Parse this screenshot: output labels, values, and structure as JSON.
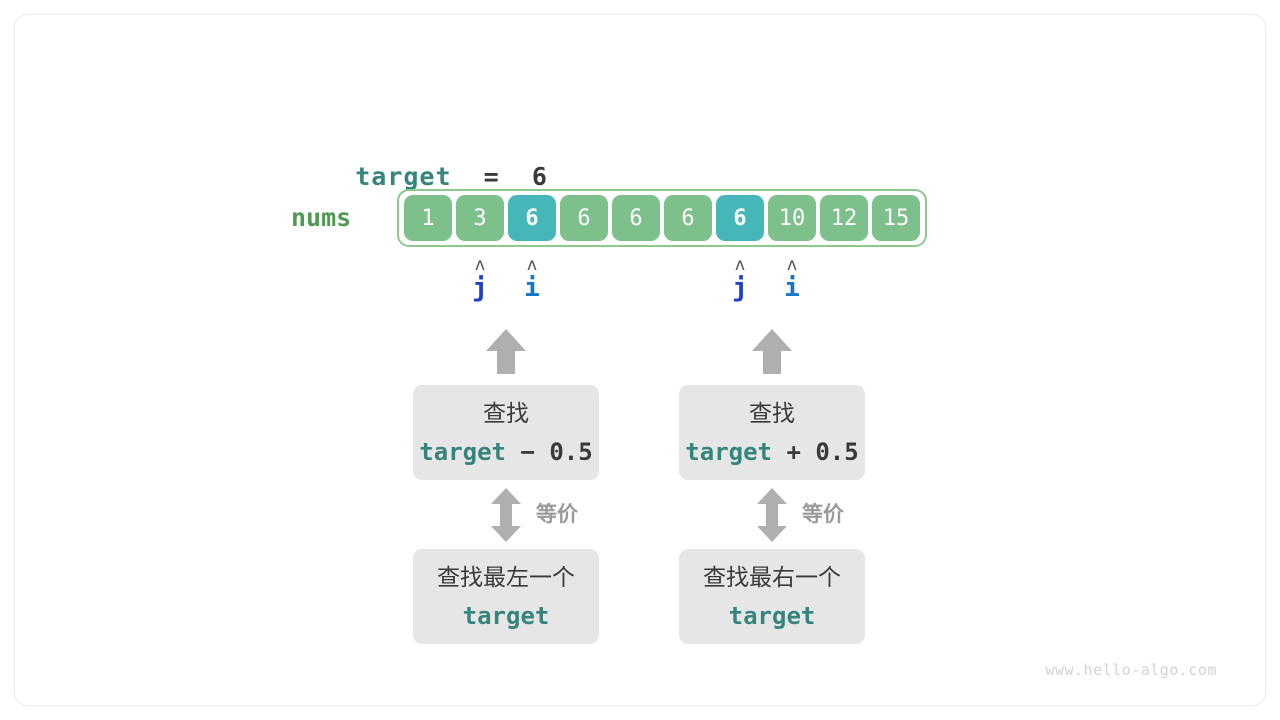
{
  "diagram": {
    "title_expr": {
      "var_label": "target",
      "operator": "=",
      "value": "6"
    },
    "array": {
      "label": "nums",
      "cells": [
        {
          "value": "1",
          "highlight": false
        },
        {
          "value": "3",
          "highlight": false
        },
        {
          "value": "6",
          "highlight": true
        },
        {
          "value": "6",
          "highlight": false
        },
        {
          "value": "6",
          "highlight": false
        },
        {
          "value": "6",
          "highlight": false
        },
        {
          "value": "6",
          "highlight": true
        },
        {
          "value": "10",
          "highlight": false
        },
        {
          "value": "12",
          "highlight": false
        },
        {
          "value": "15",
          "highlight": false
        }
      ]
    },
    "pointers": [
      {
        "name": "j",
        "caret": "ʌ",
        "cell_index": 1,
        "group": "left"
      },
      {
        "name": "i",
        "caret": "ʌ",
        "cell_index": 2,
        "group": "left"
      },
      {
        "name": "j",
        "caret": "ʌ",
        "cell_index": 6,
        "group": "right"
      },
      {
        "name": "i",
        "caret": "ʌ",
        "cell_index": 7,
        "group": "right"
      }
    ],
    "branches": [
      {
        "side": "left",
        "upper_box": {
          "line1": "查找",
          "expr_var": "target",
          "expr_op": " − 0.5"
        },
        "equiv_label": "等价",
        "lower_box": {
          "line1": "查找最左一个",
          "expr_var": "target"
        }
      },
      {
        "side": "right",
        "upper_box": {
          "line1": "查找",
          "expr_var": "target",
          "expr_op": " + 0.5"
        },
        "equiv_label": "等价",
        "lower_box": {
          "line1": "查找最右一个",
          "expr_var": "target"
        }
      }
    ],
    "watermark": "www.hello-algo.com",
    "colors": {
      "cell_normal": "#7ec08b",
      "cell_highlight": "#45b7bb",
      "array_border": "#8cc98c",
      "keyword_teal": "#36857c",
      "nums_green": "#4e9a51",
      "pointer_j": "#2040c8",
      "pointer_i": "#1477c8",
      "box_grey": "#e6e6e6",
      "arrow_grey": "#afafaf",
      "text_dark": "#3a3a3a"
    }
  }
}
